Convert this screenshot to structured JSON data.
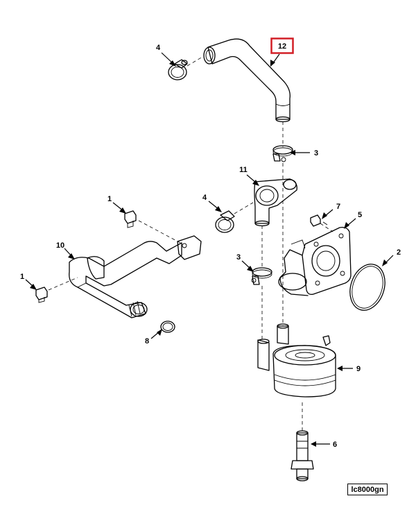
{
  "callouts": {
    "c1_upper": "1",
    "c1_lower": "1",
    "c2": "2",
    "c3_upper": "3",
    "c3_lower": "3",
    "c4_upper": "4",
    "c4_middle": "4",
    "c5": "5",
    "c6": "6",
    "c7": "7",
    "c8": "8",
    "c9": "9",
    "c10": "10",
    "c11": "11",
    "c12": "12"
  },
  "highlight_color": "#d21f26",
  "figure_id": "lc8000gn"
}
